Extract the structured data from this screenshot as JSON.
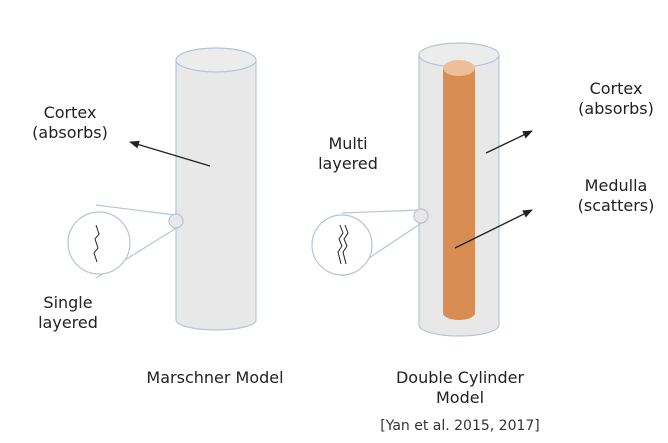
{
  "left_model": {
    "cortex_label": "Cortex",
    "cortex_note": "(absorbs)",
    "layer_label_1": "Single",
    "layer_label_2": "layered",
    "caption": "Marschner Model"
  },
  "right_model": {
    "layer_label_1": "Multi",
    "layer_label_2": "layered",
    "cortex_label": "Cortex",
    "cortex_note": "(absorbs)",
    "medulla_label": "Medulla",
    "medulla_note": "(scatters)",
    "caption_1": "Double Cylinder",
    "caption_2": "Model",
    "citation": "[Yan et al. 2015, 2017]"
  },
  "colors": {
    "cortex_fill": "#e8e8e8",
    "outline": "#b8c4d6",
    "medulla_fill": "#d98d52",
    "medulla_top": "#ecbf9a"
  }
}
